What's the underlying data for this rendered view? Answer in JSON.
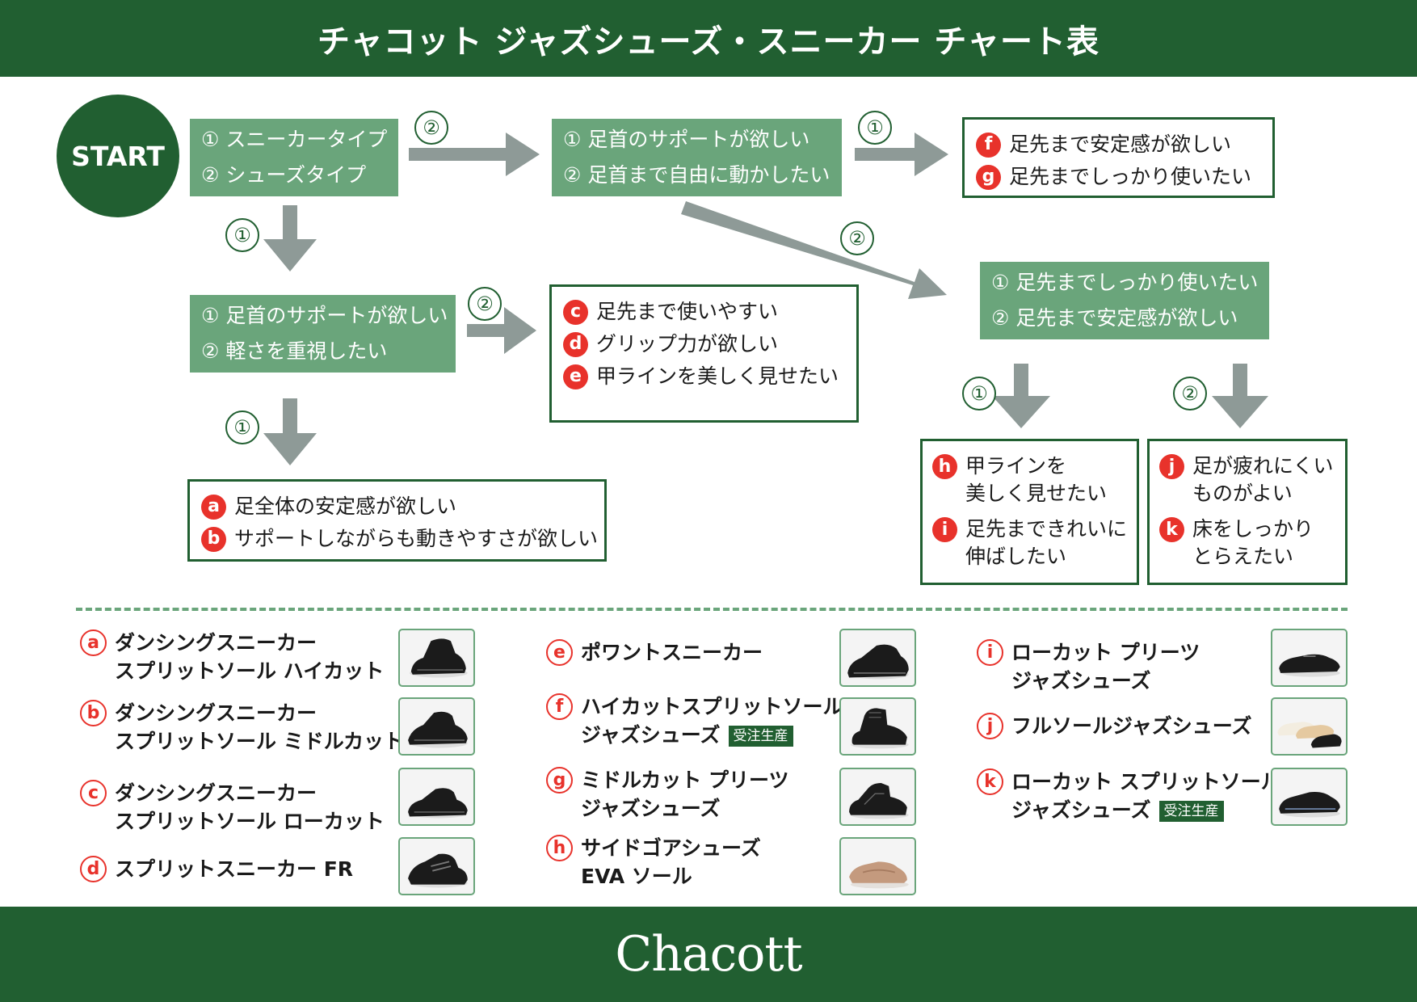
{
  "header": {
    "title": "チャコット ジャズシューズ・スニーカー チャート表"
  },
  "start_label": "START",
  "choice_numbers": {
    "one": "①",
    "two": "②"
  },
  "flow": {
    "q1": {
      "opt1": "① スニーカータイプ",
      "opt2": "② シューズタイプ"
    },
    "q2": {
      "opt1": "① 足首のサポートが欲しい",
      "opt2": "② 軽さを重視したい"
    },
    "q3": {
      "opt1": "① 足首のサポートが欲しい",
      "opt2": "② 足首まで自由に動かしたい"
    },
    "q4": {
      "opt1": "① 足先までしっかり使いたい",
      "opt2": "② 足先まで安定感が欲しい"
    }
  },
  "results": {
    "ab": [
      {
        "letter": "a",
        "text": "足全体の安定感が欲しい"
      },
      {
        "letter": "b",
        "text": "サポートしながらも動きやすさが欲しい"
      }
    ],
    "cde": [
      {
        "letter": "c",
        "text": "足先まで使いやすい"
      },
      {
        "letter": "d",
        "text": "グリップ力が欲しい"
      },
      {
        "letter": "e",
        "text": "甲ラインを美しく見せたい"
      }
    ],
    "fg": [
      {
        "letter": "f",
        "text": "足先まで安定感が欲しい"
      },
      {
        "letter": "g",
        "text": "足先までしっかり使いたい"
      }
    ],
    "hi": [
      {
        "letter": "h",
        "text": "甲ラインを\n美しく見せたい"
      },
      {
        "letter": "i",
        "text": "足先まできれいに\n伸ばしたい"
      }
    ],
    "jk": [
      {
        "letter": "j",
        "text": "足が疲れにくい\nものがよい"
      },
      {
        "letter": "k",
        "text": "床をしっかり\nとらえたい"
      }
    ]
  },
  "products": [
    {
      "letter": "a",
      "name": "ダンシングスニーカー\nスプリットソール ハイカット",
      "tag": "",
      "image": "black-high-sneaker"
    },
    {
      "letter": "b",
      "name": "ダンシングスニーカー\nスプリットソール ミドルカット",
      "tag": "",
      "image": "black-mid-sneaker"
    },
    {
      "letter": "c",
      "name": "ダンシングスニーカー\nスプリットソール ローカット",
      "tag": "",
      "image": "black-low-sneaker"
    },
    {
      "letter": "d",
      "name": "スプリットスニーカー FR",
      "tag": "",
      "image": "black-split-sneaker"
    },
    {
      "letter": "e",
      "name": "ポワントスニーカー",
      "tag": "",
      "image": "black-pointe-sneaker"
    },
    {
      "letter": "f",
      "name": "ハイカットスプリットソール\nジャズシューズ",
      "tag": "受注生産",
      "image": "black-high-jazz-boot"
    },
    {
      "letter": "g",
      "name": "ミドルカット プリーツ\nジャズシューズ",
      "tag": "",
      "image": "black-mid-jazz-boot"
    },
    {
      "letter": "h",
      "name": "サイドゴアシューズ\nEVA ソール",
      "tag": "",
      "image": "tan-side-gore-shoe"
    },
    {
      "letter": "i",
      "name": "ローカット プリーツ\nジャズシューズ",
      "tag": "",
      "image": "black-low-oxford"
    },
    {
      "letter": "j",
      "name": "フルソールジャズシューズ",
      "tag": "",
      "image": "white-tan-black-jazz-shoes"
    },
    {
      "letter": "k",
      "name": "ローカット スプリットソール\nジャズシューズ",
      "tag": "受注生産",
      "image": "black-low-jazz-shoe"
    }
  ],
  "footer": {
    "logo": "Chacott"
  },
  "colors": {
    "brand_green": "#215f31",
    "light_green": "#6aa57b",
    "arrow_gray": "#8e9a97",
    "accent_red": "#e8322b"
  }
}
